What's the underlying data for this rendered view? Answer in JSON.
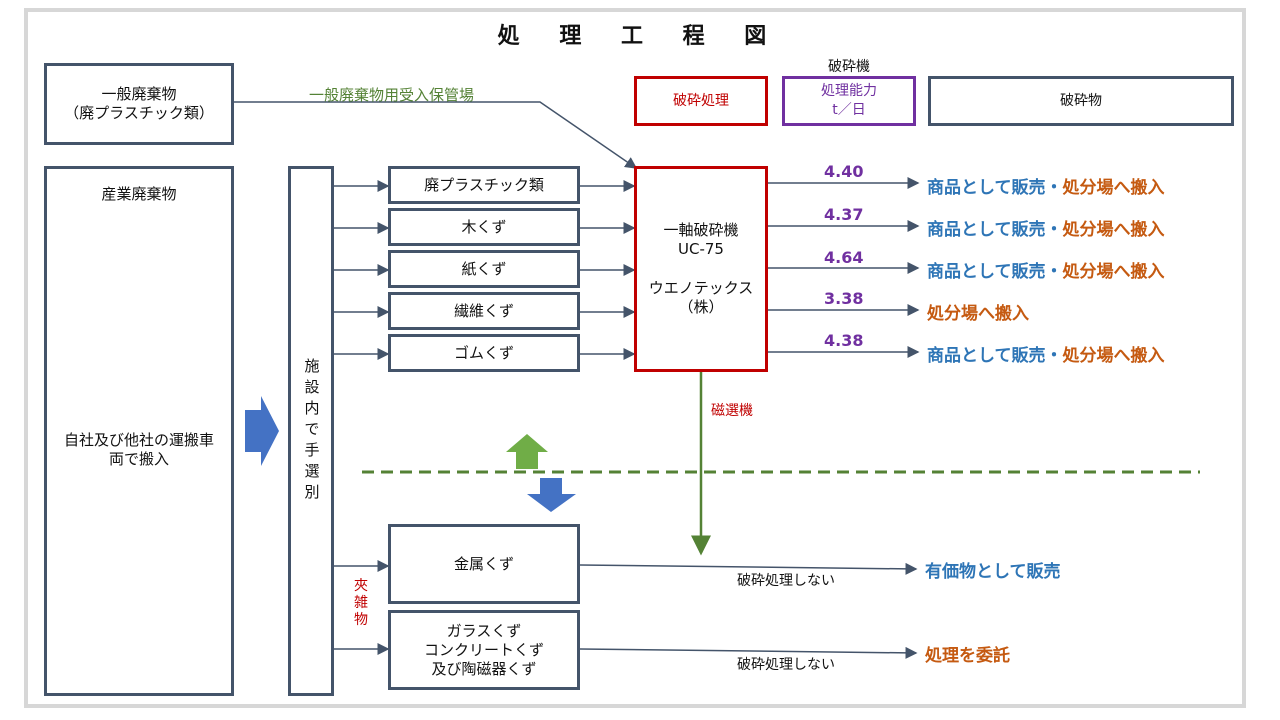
{
  "title": "処 理 工 程 図",
  "header": {
    "legend_red": "破砕処理",
    "legend_capacity_caption": "破砕機",
    "legend_capacity": "処理能力\nt／日",
    "legend_output": "破砕物"
  },
  "general_waste": {
    "box": "一般廃棄物\n（廃プラスチック類）",
    "route_label": "一般廃棄物用受入保管場"
  },
  "industrial_waste": {
    "title": "産業廃棄物",
    "transport": "自社及び他社の運搬車\n両で搬入"
  },
  "sorting": "施設内で手選別",
  "materials": [
    "廃プラスチック類",
    "木くず",
    "紙くず",
    "繊維くず",
    "ゴムくず"
  ],
  "crusher": {
    "name": "一軸破砕機\nUC-75",
    "maker": "ウエノテックス\n（株）"
  },
  "capacities": [
    "4.40",
    "4.37",
    "4.64",
    "3.38",
    "4.38"
  ],
  "destinations": [
    {
      "part1": "商品として販売・",
      "part2": "処分場へ搬入"
    },
    {
      "part1": "商品として販売・",
      "part2": "処分場へ搬入"
    },
    {
      "part1": "商品として販売・",
      "part2": "処分場へ搬入"
    },
    {
      "part1": "",
      "part2": "処分場へ搬入"
    },
    {
      "part1": "商品として販売・",
      "part2": "処分場へ搬入"
    }
  ],
  "magnet": "磁選機",
  "contaminant": "夾雑物",
  "lower": {
    "metal": "金属くず",
    "glass": "ガラスくず\nコンクリートくず\n及び陶磁器くず",
    "no_crush": "破砕処理しない",
    "metal_dest": "有価物として販売",
    "glass_dest": "処理を委託"
  },
  "colors": {
    "box_border": "#44546a",
    "crusher_border": "#c00000",
    "capacity_border": "#7030a0",
    "green": "#548235",
    "blue": "#2e75b6",
    "orange": "#c55a11",
    "arrow_blue": "#4472c4",
    "arrow_green": "#70ad47"
  }
}
